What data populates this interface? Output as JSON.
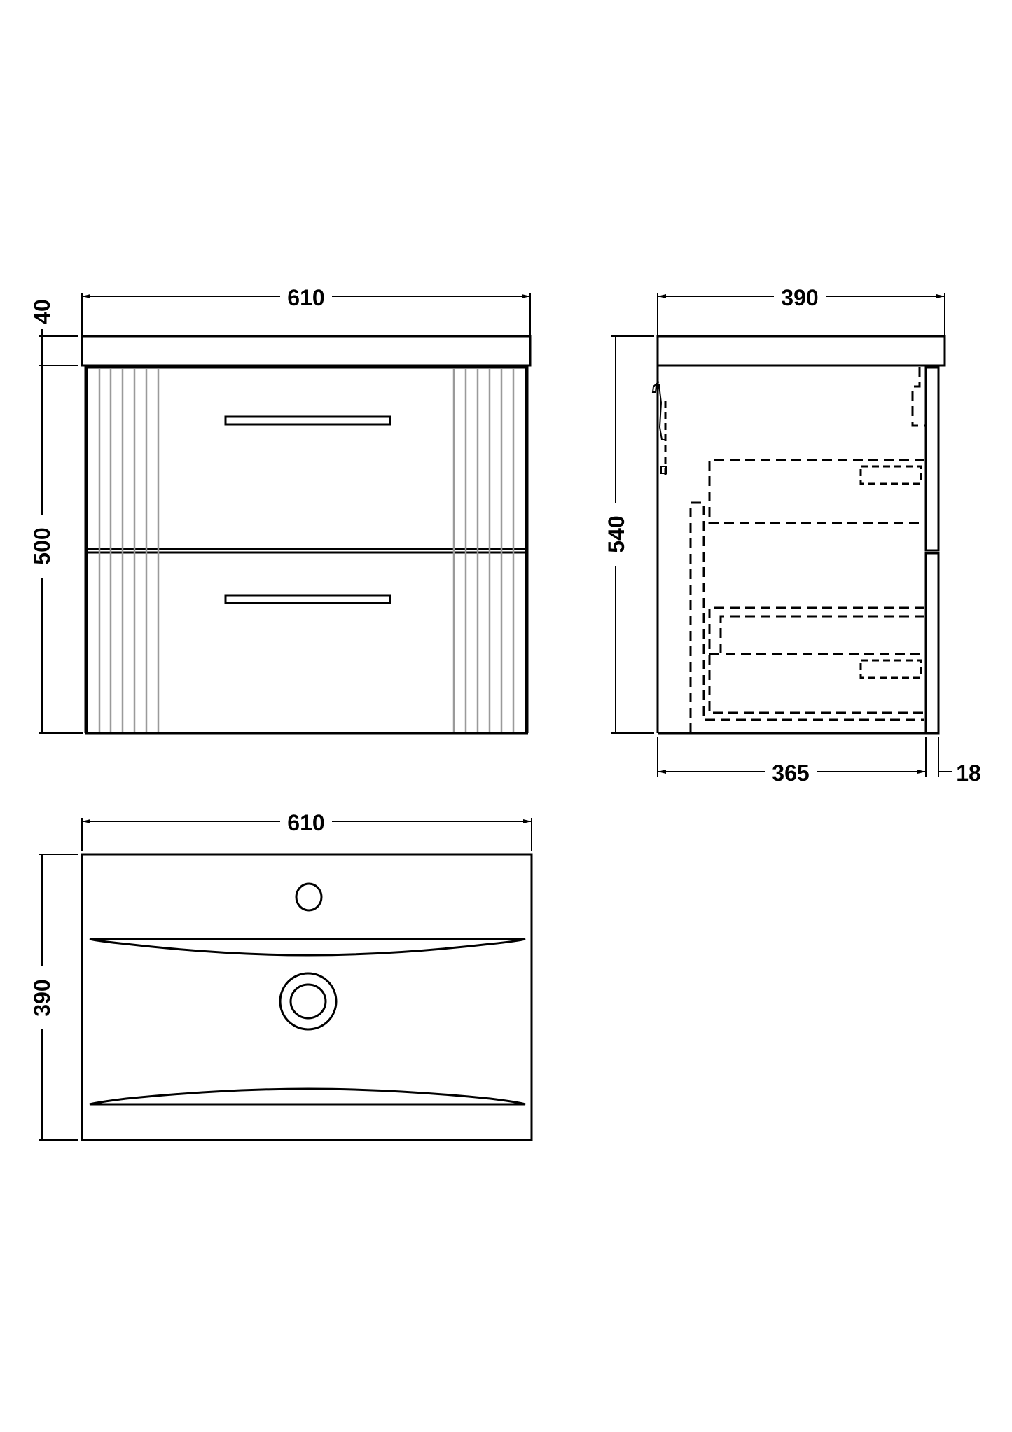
{
  "drawing": {
    "type": "technical dimension drawing",
    "units": "mm",
    "line_color": "#000000",
    "flute_color": "#9a9a9a",
    "background": "#ffffff"
  },
  "front_view": {
    "width_label": "610",
    "worktop_height_label": "40",
    "cabinet_height_label": "500",
    "drawers": 2,
    "handles": 2,
    "flutes_each_side": 6
  },
  "side_view": {
    "depth_label": "390",
    "total_height_label": "540",
    "carcass_depth_label": "365",
    "door_thickness_label": "18"
  },
  "plan_view": {
    "width_label": "610",
    "depth_label": "390",
    "tap_holes": 1,
    "waste": 1
  }
}
